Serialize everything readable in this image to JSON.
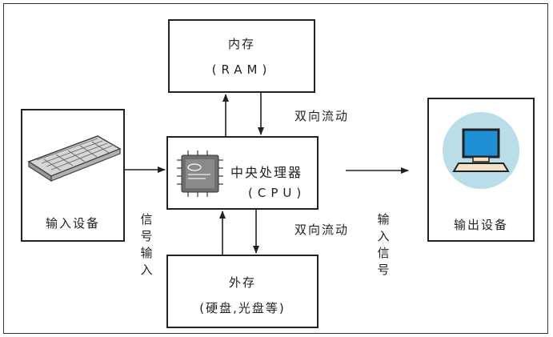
{
  "ram": {
    "title": "内存",
    "subtitle": "(RAM)"
  },
  "cpu": {
    "title": "中央处理器",
    "subtitle": "(CPU)"
  },
  "storage": {
    "title": "外存",
    "subtitle": "(硬盘,光盘等)"
  },
  "input_device": {
    "label": "输入设备",
    "icon": "keyboard-icon"
  },
  "output_device": {
    "label": "输出设备",
    "icon": "computer-icon"
  },
  "arrow_labels": {
    "bidirectional_top": "双向流动",
    "bidirectional_bottom": "双向流动",
    "signal_input_left": "信号输入",
    "input_signal_right": "输入信号"
  },
  "colors": {
    "monitor_circle": "#b9dde9",
    "screen": "#1f8fd6",
    "stroke": "#222222"
  }
}
